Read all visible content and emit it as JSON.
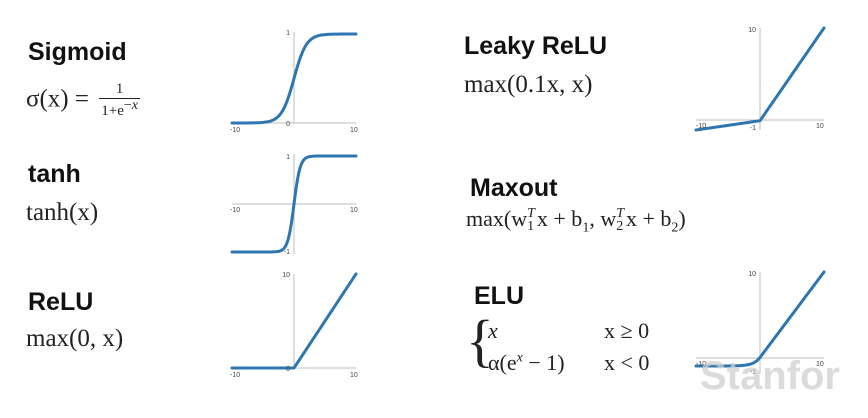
{
  "functions": [
    {
      "key": "sigmoid",
      "name": "Sigmoid",
      "plot": {
        "x_min": "-10",
        "x_max": "10",
        "y_top": "1",
        "y_bottom": "0"
      }
    },
    {
      "key": "tanh",
      "name": "tanh",
      "formula": "tanh(x)",
      "plot": {
        "x_min": "-10",
        "x_max": "10",
        "y_top": "1",
        "y_bottom": "-1"
      }
    },
    {
      "key": "relu",
      "name": "ReLU",
      "formula": "max(0, x)",
      "plot": {
        "x_min": "-10",
        "x_max": "10",
        "y_top": "10",
        "y_bottom": "0"
      }
    },
    {
      "key": "leaky_relu",
      "name": "Leaky ReLU",
      "formula": "max(0.1x, x)",
      "plot": {
        "x_min": "-10",
        "x_max": "10",
        "y_top": "10",
        "y_bottom": "-1"
      }
    },
    {
      "key": "maxout",
      "name": "Maxout"
    },
    {
      "key": "elu",
      "name": "ELU",
      "cases": [
        {
          "expr": "x",
          "cond": "x ≥ 0"
        },
        {
          "expr": "α(e",
          "cond": "x < 0"
        }
      ],
      "plot": {
        "x_min": "-10",
        "x_max": "10",
        "y_top": "10",
        "y_bottom": "-1"
      }
    }
  ],
  "sigmoid_formula": {
    "lhs": "σ(x) =",
    "num": "1",
    "den": "1+e"
  },
  "maxout_formula": {
    "open": "max(w",
    "mid": "x + b",
    "mid2": ", w",
    "end": "x + b"
  },
  "watermark": "Stanfor",
  "colors": {
    "curve": "#2e76b0",
    "axis": "#bdbdbd",
    "text": "#111111"
  }
}
